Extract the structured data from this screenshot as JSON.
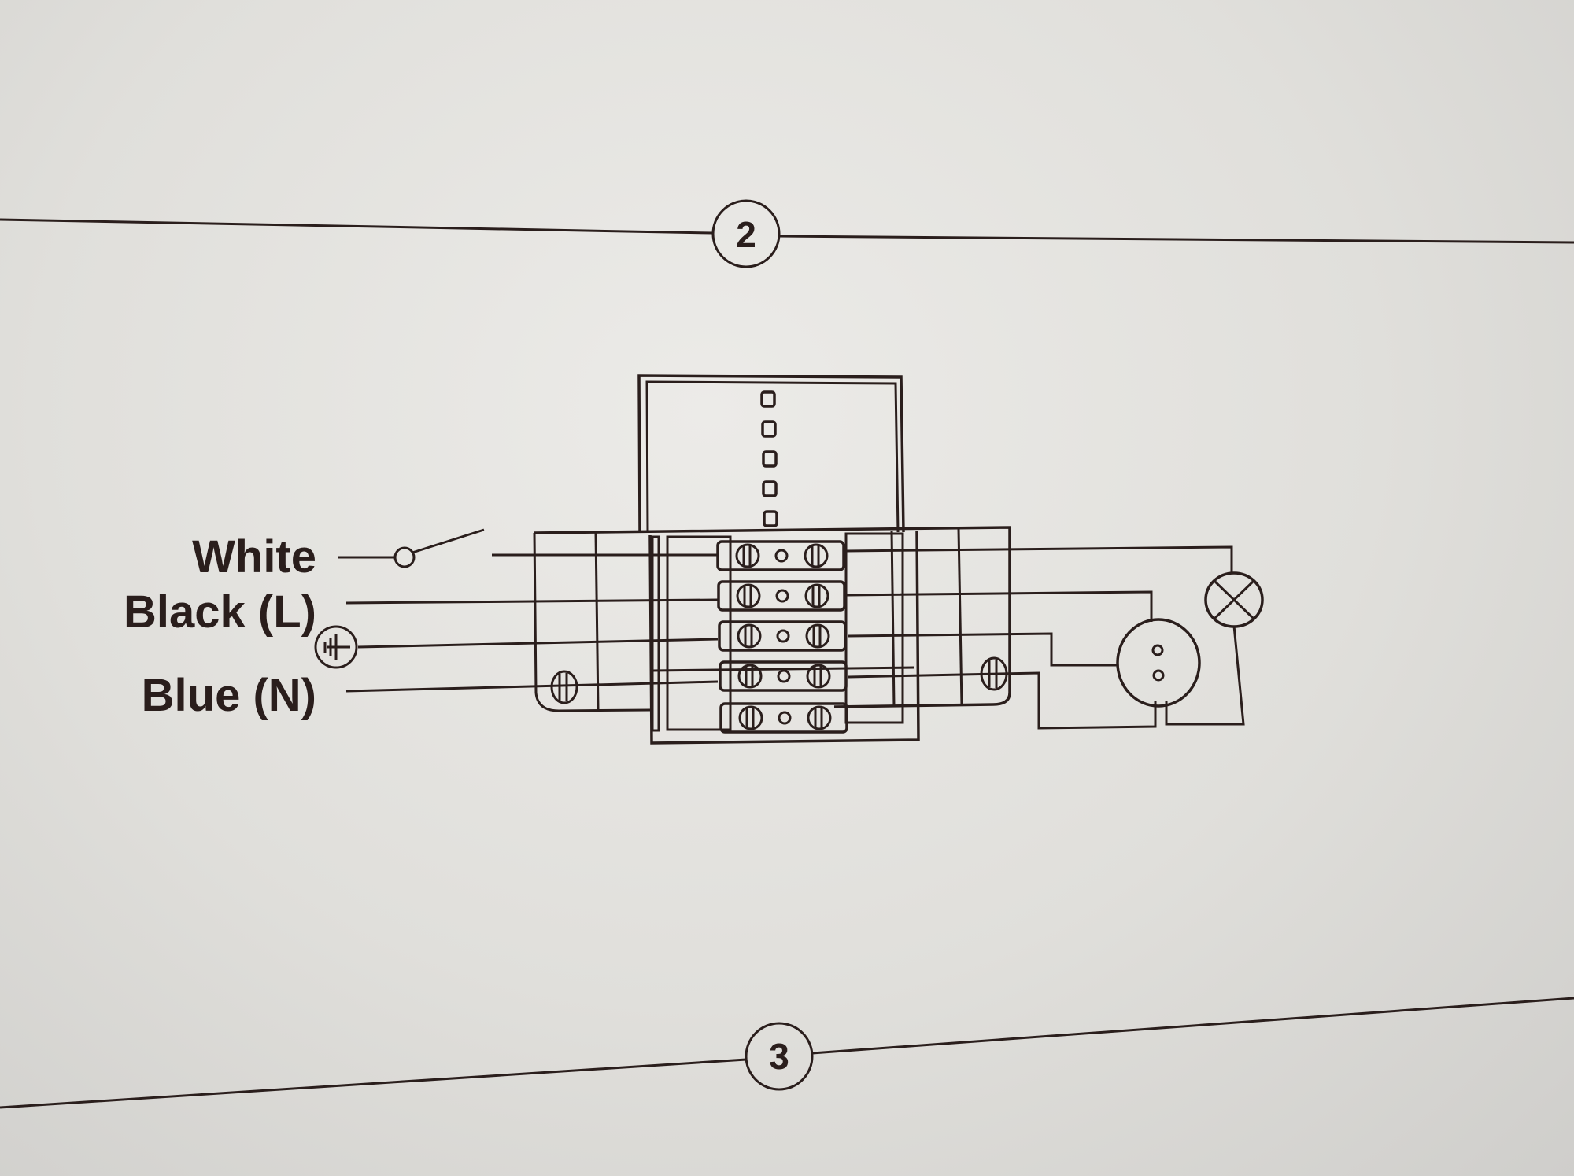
{
  "steps": {
    "upper": "2",
    "lower": "3"
  },
  "wire_labels": {
    "white": "White",
    "black": "Black (L)",
    "blue": "Blue (N)"
  },
  "symbols": [
    "switch-icon",
    "ground-icon",
    "terminal-block-icon",
    "socket-icon",
    "lamp-icon"
  ],
  "colors": {
    "ink": "#2a1e1c",
    "paper": "#e6e5e2"
  }
}
